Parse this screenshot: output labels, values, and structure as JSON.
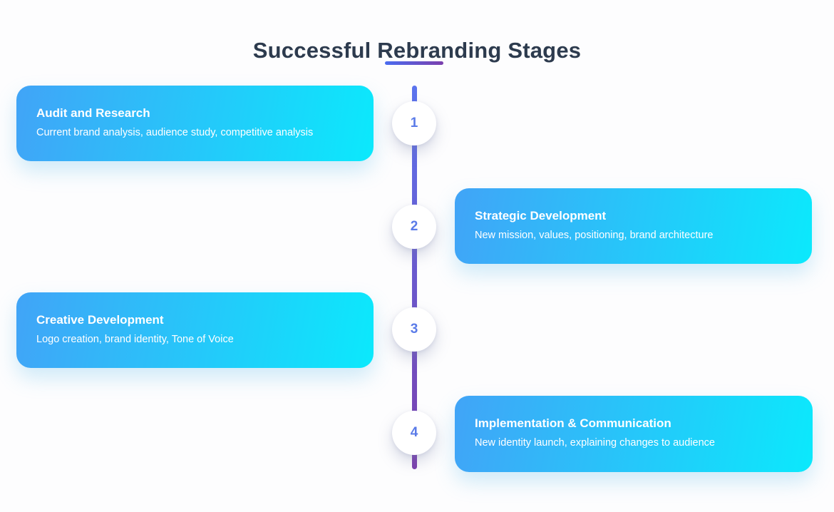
{
  "header": {
    "title": "Successful Rebranding Stages"
  },
  "stages": [
    {
      "number": "1",
      "title": "Audit and Research",
      "description": "Current brand analysis, audience study, competitive analysis",
      "side": "left"
    },
    {
      "number": "2",
      "title": "Strategic Development",
      "description": "New mission, values, positioning, brand architecture",
      "side": "right"
    },
    {
      "number": "3",
      "title": "Creative Development",
      "description": "Logo creation, brand identity, Tone of Voice",
      "side": "left"
    },
    {
      "number": "4",
      "title": "Implementation & Communication",
      "description": "New identity launch, explaining changes to audience",
      "side": "right"
    }
  ],
  "colors": {
    "page_background": "#fdfdfe",
    "title_text": "#2d3b4e",
    "underline_gradient_start": "#4a6cf0",
    "underline_gradient_end": "#7b3fad",
    "timeline_gradient_start": "#5b74ee",
    "timeline_gradient_end": "#7b3fad",
    "circle_background": "#ffffff",
    "stage_number_text": "#5a7be8",
    "card_gradient_start": "#41a4f7",
    "card_gradient_end": "#0be9fc",
    "card_text": "#ffffff"
  }
}
